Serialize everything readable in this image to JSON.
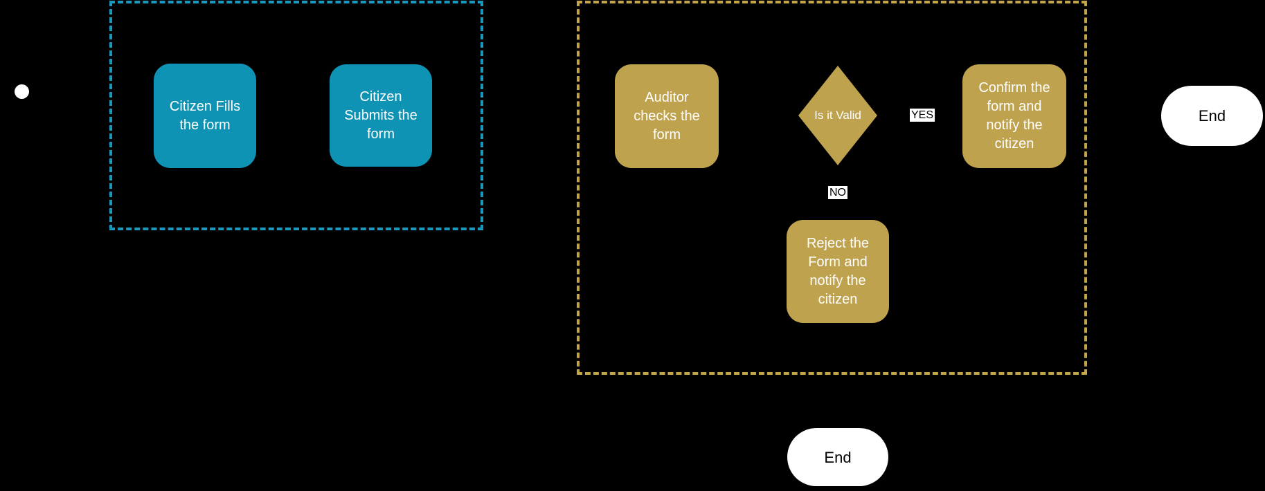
{
  "diagram": {
    "type": "flowchart",
    "colors": {
      "background": "#000000",
      "start_fill": "#ffffff",
      "citizen_fill": "#0e93b4",
      "citizen_lane_border": "#1899bd",
      "auditor_fill": "#bfa24d",
      "auditor_lane_border": "#c2a449",
      "node_text": "#ffffff",
      "end_fill": "#ffffff",
      "end_text": "#000000",
      "edge_label_bg": "#ffffff",
      "edge_label_text": "#000000"
    },
    "lanes": {
      "citizen": {
        "id": "citizen-lane"
      },
      "auditor": {
        "id": "auditor-lane"
      }
    },
    "nodes": {
      "start": {
        "shape": "circle",
        "label": ""
      },
      "fill_form": {
        "shape": "rounded-rect",
        "label": "Citizen Fills\nthe form"
      },
      "submit_form": {
        "shape": "rounded-rect",
        "label": "Citizen\nSubmits the\nform"
      },
      "auditor_checks": {
        "shape": "rounded-rect",
        "label": "Auditor\nchecks the\nform"
      },
      "is_valid": {
        "shape": "diamond",
        "label": "Is it Valid"
      },
      "confirm": {
        "shape": "rounded-rect",
        "label": "Confirm the\nform and\nnotify the\ncitizen"
      },
      "reject": {
        "shape": "rounded-rect",
        "label": "Reject the\nForm and\nnotify the\ncitizen"
      },
      "end_right": {
        "shape": "stadium",
        "label": "End"
      },
      "end_bottom": {
        "shape": "stadium",
        "label": "End"
      }
    },
    "edge_labels": {
      "yes": "YES",
      "no": "NO"
    }
  }
}
